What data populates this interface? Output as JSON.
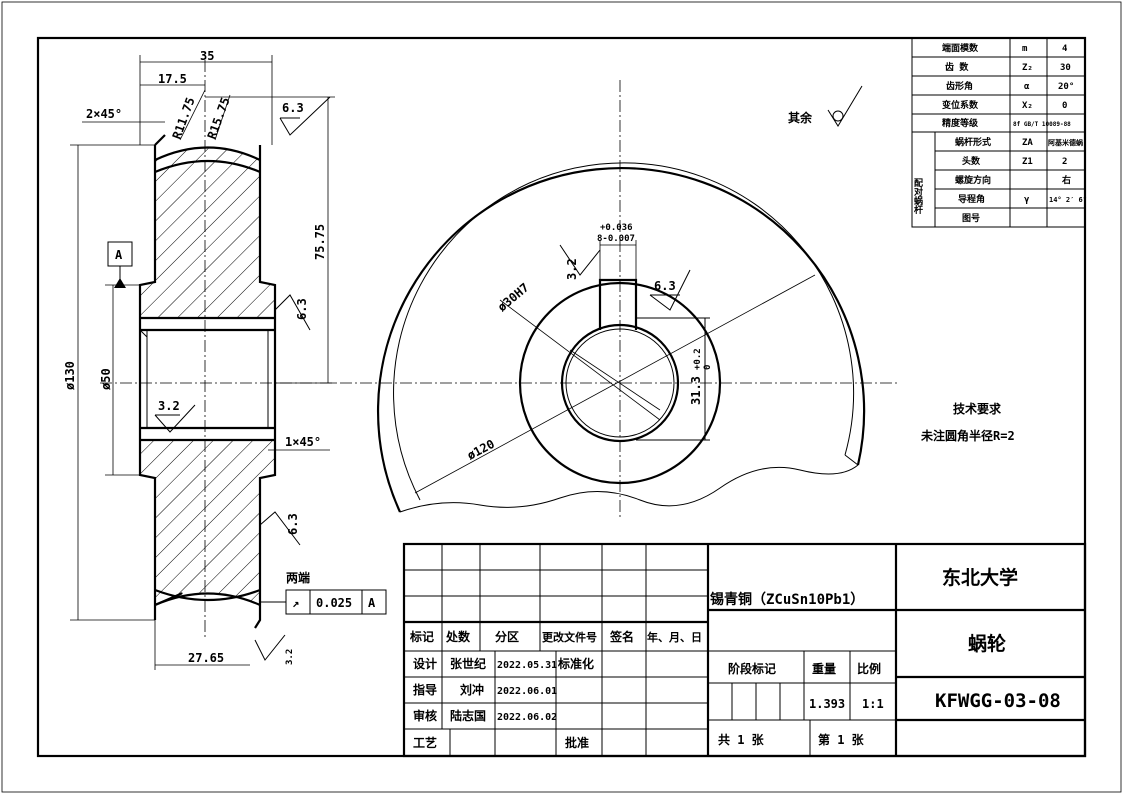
{
  "dims": {
    "d35": "35",
    "d17_5": "17.5",
    "chamfer_top": "2×45°",
    "r11_75": "R11.75",
    "r15_75": "R15.75",
    "d75_75": "75.75",
    "dia130": "ø130",
    "dia50": "ø50",
    "d27_65": "27.65",
    "chamfer_bottom": "1×45°",
    "dia120": "ø120",
    "dia30h7": "ø30H7",
    "d31_3": "31.3",
    "d31_3_tol": "+0.2",
    "d31_3_tol_low": "0",
    "key_width": "8-0.007",
    "key_tol": "+0.036"
  },
  "roughness": {
    "r6_3_top": "6.3",
    "r6_3_right_mid": "6.3",
    "r6_3_right_low": "6.3",
    "r3_2_bore": "3.2",
    "r3_2_bottom": "3.2",
    "r3_2_key": "3.2",
    "r6_3_key": "6.3",
    "rest_label": "其余"
  },
  "datum": {
    "letter": "A"
  },
  "tolerance_frame": {
    "both_ends": "两端",
    "symbol": "↗",
    "value": "0.025",
    "datum": "A"
  },
  "param_table": {
    "rows": [
      {
        "label": "端面模数",
        "sym": "m",
        "val": "4"
      },
      {
        "label": "齿 数",
        "sym": "Z₂",
        "val": "30"
      },
      {
        "label": "齿形角",
        "sym": "α",
        "val": "20°"
      },
      {
        "label": "变位系数",
        "sym": "X₂",
        "val": "0"
      },
      {
        "label": "精度等级",
        "sym": "",
        "val": "8f GB/T 10089-88"
      }
    ],
    "group_label": "配对蜗杆",
    "group_rows": [
      {
        "label": "蜗杆形式",
        "sym": "ZA",
        "val": "阿基米德蜗"
      },
      {
        "label": "头数",
        "sym": "Z1",
        "val": "2"
      },
      {
        "label": "螺旋方向",
        "sym": "",
        "val": "右"
      },
      {
        "label": "导程角",
        "sym": "γ",
        "val": "14° 2′ 6″"
      },
      {
        "label": "图号",
        "sym": "",
        "val": ""
      }
    ]
  },
  "notes": {
    "title": "技术要求",
    "line1": "未注圆角半径R=2"
  },
  "title_block": {
    "material": "锡青铜（ZCuSn10Pb1）",
    "university": "东北大学",
    "part_name": "蜗轮",
    "drawing_no": "KFWGG-03-08",
    "rev_headers": [
      "标记",
      "处数",
      "分区",
      "更改文件号",
      "签名",
      "年、月、日"
    ],
    "design_label": "设计",
    "design_name": "张世纪",
    "design_date": "2022.05.31",
    "std_label": "标准化",
    "guide_label": "指导",
    "guide_name": "刘冲",
    "guide_date": "2022.06.01",
    "review_label": "审核",
    "review_name": "陆志国",
    "review_date": "2022.06.02",
    "process_label": "工艺",
    "approve_label": "批准",
    "stage_label": "阶段标记",
    "weight_label": "重量",
    "scale_label": "比例",
    "weight": "1.393",
    "scale": "1:1",
    "total_sheets": "共 1 张",
    "sheet_no": "第 1 张"
  }
}
